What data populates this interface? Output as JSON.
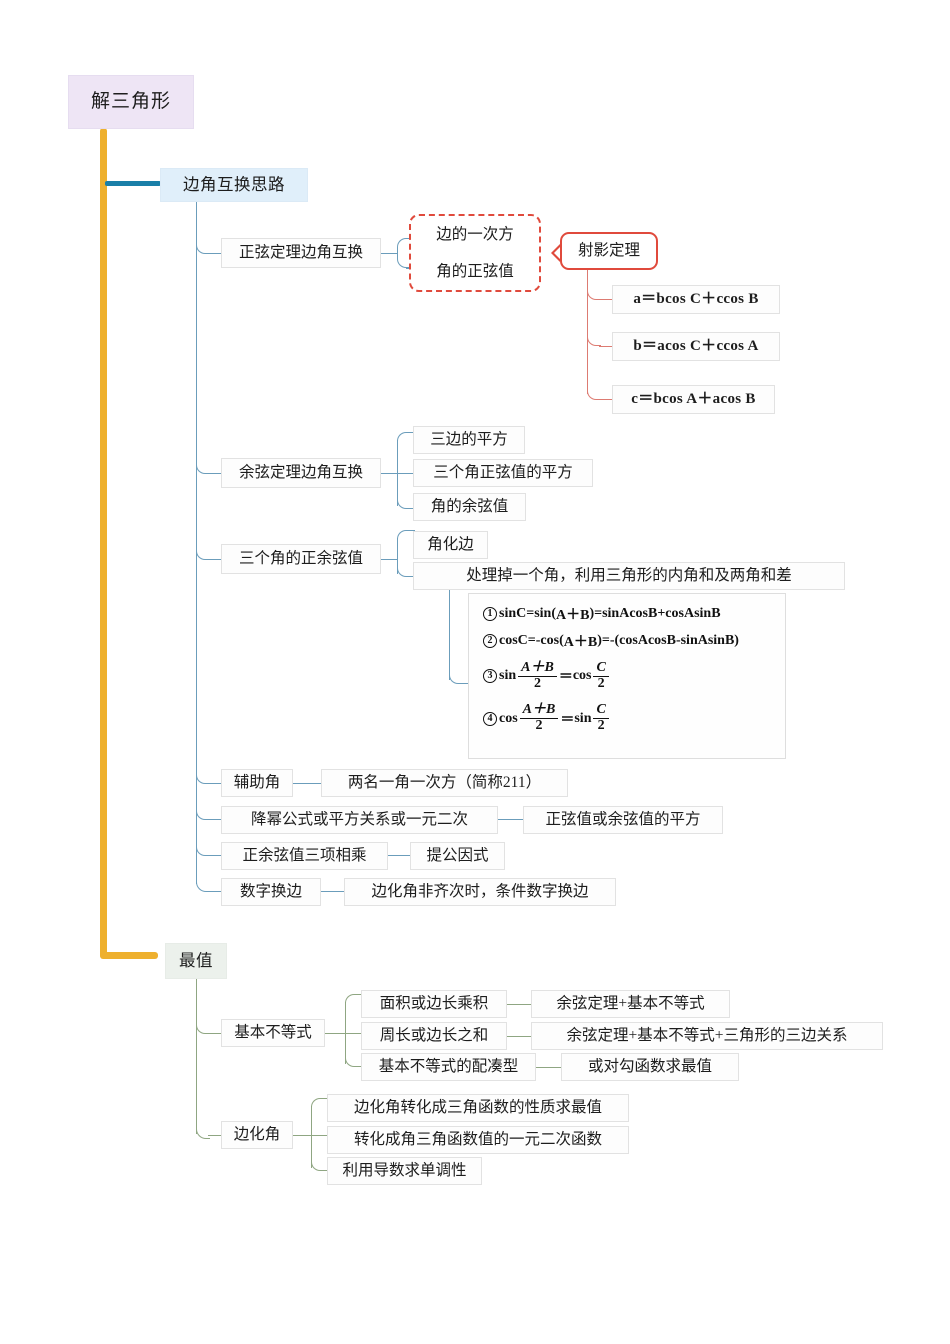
{
  "root": {
    "label": "解三角形"
  },
  "branches": [
    {
      "id": "bianjiao",
      "label": "边角互换思路",
      "children": [
        {
          "label": "正弦定理边角互换",
          "redbox": {
            "lines": [
              "边的一次方",
              "角的正弦值"
            ]
          },
          "callout": {
            "label": "射影定理",
            "formulas": [
              "a＝bcos C＋ccos B",
              "b＝acos C＋ccos A",
              "c＝bcos A＋acos B"
            ]
          }
        },
        {
          "label": "余弦定理边角互换",
          "children": [
            "三边的平方",
            "三个角正弦值的平方",
            "角的余弦值"
          ]
        },
        {
          "label": "三个角的正余弦值",
          "children": [
            "角化边",
            "处理掉一个角，利用三角形的内角和及两角和差"
          ],
          "formula_box": {
            "items": [
              {
                "num": "1",
                "pre": "sinC=sin(",
                "mid": "A＋B",
                "post": ")=sinAcosB+cosAsinB",
                "type": "plain"
              },
              {
                "num": "2",
                "pre": "cosC=-cos(",
                "mid": "A＋B",
                "post": ")=-(cosAcosB-sinAsinB)",
                "type": "plain"
              },
              {
                "num": "3",
                "fn1": "sin",
                "num1": "A＋B",
                "den1": "2",
                "eq": "＝",
                "fn2": "cos",
                "num2": "C",
                "den2": "2",
                "type": "frac"
              },
              {
                "num": "4",
                "fn1": "cos",
                "num1": "A＋B",
                "den1": "2",
                "eq": "＝",
                "fn2": "sin",
                "num2": "C",
                "den2": "2",
                "type": "frac"
              }
            ]
          }
        },
        {
          "label": "辅助角",
          "children": [
            "两名一角一次方（简称211）"
          ]
        },
        {
          "label": "降幂公式或平方关系或一元二次",
          "children": [
            "正弦值或余弦值的平方"
          ]
        },
        {
          "label": "正余弦值三项相乘",
          "children": [
            "提公因式"
          ]
        },
        {
          "label": "数字换边",
          "children": [
            "边化角非齐次时，条件数字换边"
          ]
        }
      ]
    },
    {
      "id": "zuizhi",
      "label": "最值",
      "children": [
        {
          "label": "基本不等式",
          "children": [
            {
              "label": "面积或边长乘积",
              "child": "余弦定理+基本不等式"
            },
            {
              "label": "周长或边长之和",
              "child": "余弦定理+基本不等式+三角形的三边关系"
            },
            {
              "label": "基本不等式的配凑型",
              "child": "或对勾函数求最值"
            }
          ]
        },
        {
          "label": "边化角",
          "children": [
            {
              "label": "边化角转化成三角函数的性质求最值"
            },
            {
              "label": "转化成角三角函数值的一元二次函数"
            },
            {
              "label": "利用导数求单调性"
            }
          ]
        }
      ]
    }
  ],
  "colors": {
    "trunk": "#eeb02e",
    "blue_branch": "#6b9dbb",
    "teal_connector": "#1a7fa8",
    "red_accent": "#e04a3c",
    "red_line": "#dd7b72",
    "green_line": "#8fa682",
    "root_bg": "#eee5f5",
    "blue_bg": "#e0effa",
    "green_bg": "#ecf1ec"
  }
}
